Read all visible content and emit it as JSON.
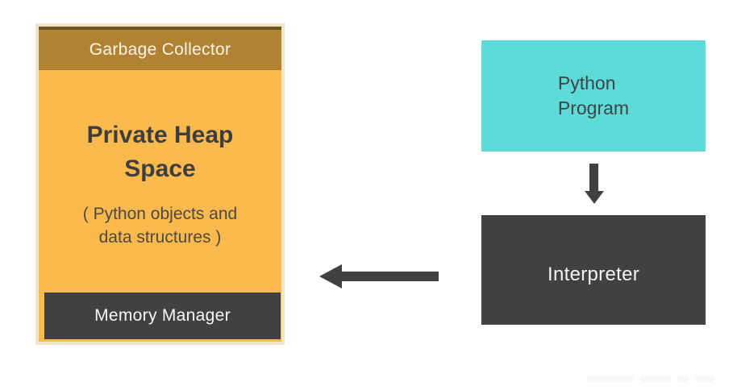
{
  "heap_card": {
    "header_label": "Garbage Collector",
    "title": "Private Heap Space",
    "subtitle_lines": [
      "( Python objects and",
      "data structures )"
    ],
    "footer_label": "Memory Manager",
    "colors": {
      "header_bg": "#B08232",
      "header_top_edge": "#6E5420",
      "body_bg": "#FCB94E",
      "card_outline": "#F3E6C6",
      "footer_bg": "#414141",
      "header_text": "#FBF5EA",
      "title_text": "#3E3E3E",
      "subtitle_text": "#4A4A42",
      "footer_text": "#F7F7F7"
    }
  },
  "program_box": {
    "label_lines": [
      "Python",
      "Program"
    ],
    "colors": {
      "bg": "#5EDBD9",
      "text": "#3C4444"
    }
  },
  "interpreter_box": {
    "label": "Interpreter",
    "colors": {
      "bg": "#414141",
      "text": "#F5F5F5"
    }
  },
  "arrows": {
    "program_to_interpreter": {
      "direction": "down",
      "color": "#414141"
    },
    "interpreter_to_heap": {
      "direction": "left",
      "color": "#414141"
    }
  }
}
